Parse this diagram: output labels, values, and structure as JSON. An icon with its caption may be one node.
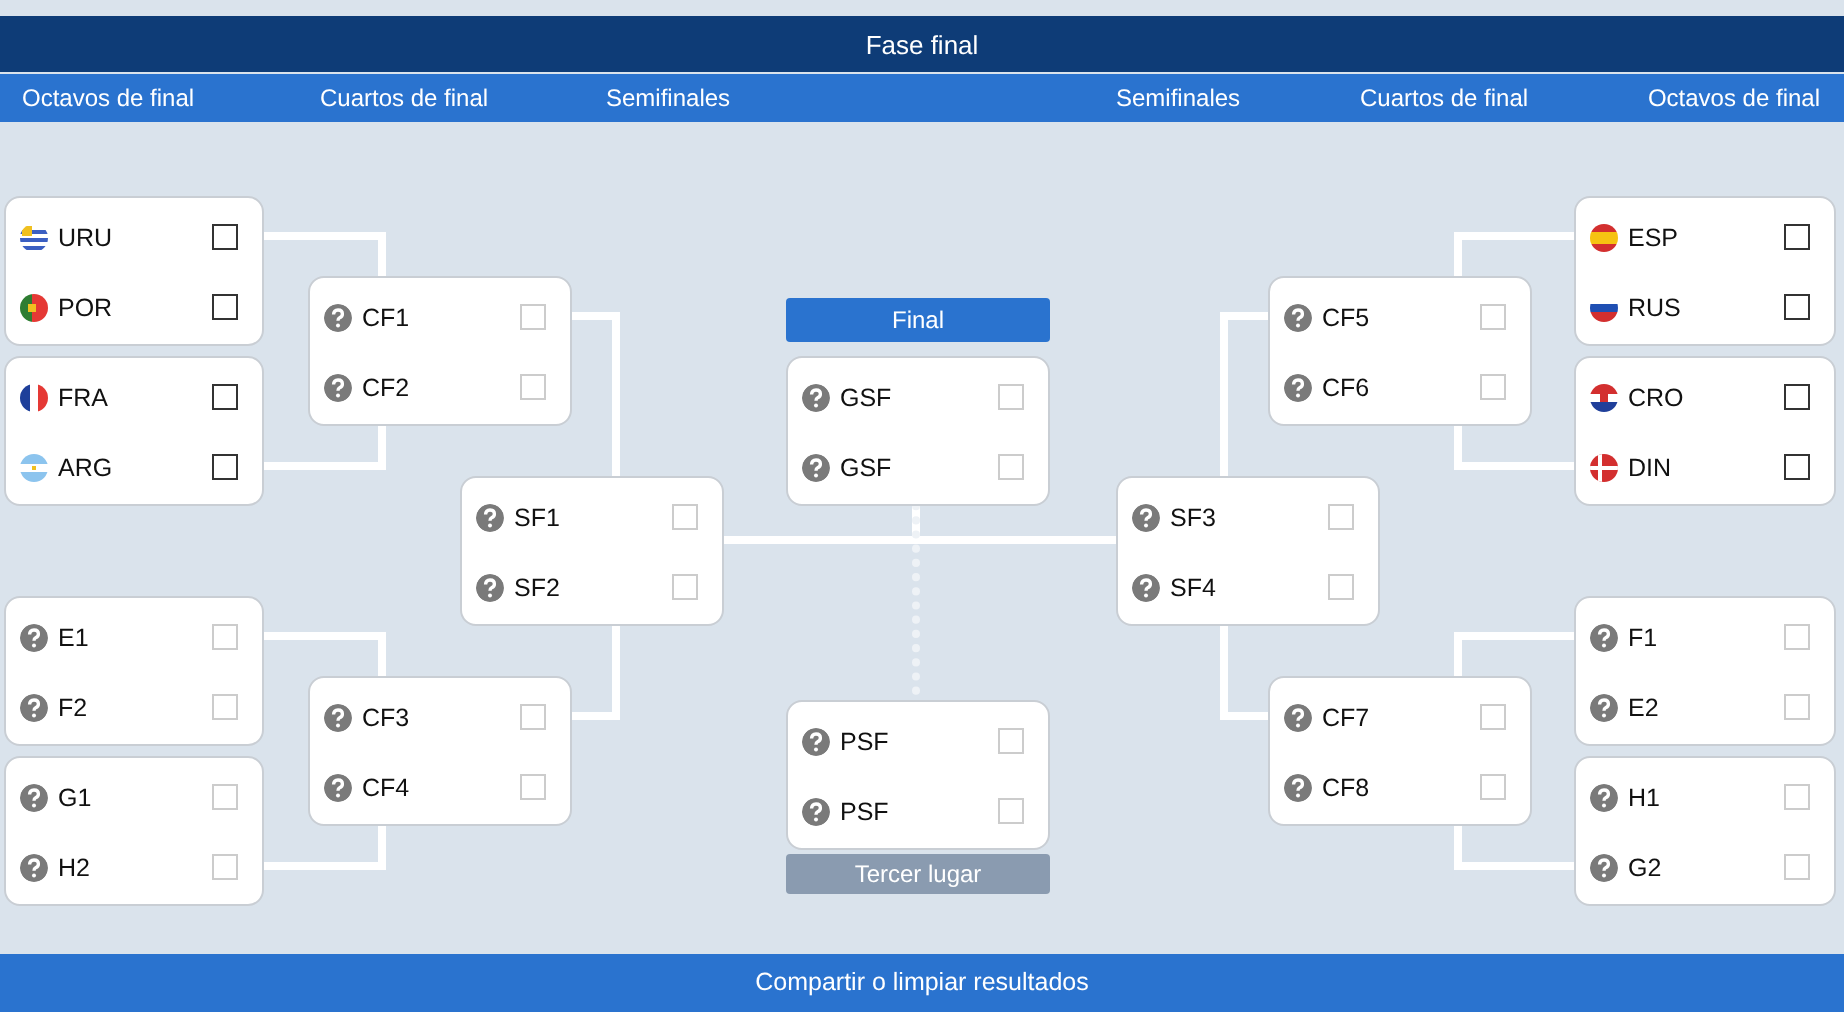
{
  "diagram": {
    "title": "Fase final",
    "nodes": [
      {
        "text": [
          "URU",
          "POR"
        ]
      },
      {
        "text": [
          "FRA",
          "ARG"
        ]
      },
      {
        "text": [
          "E1",
          "F2"
        ]
      },
      {
        "text": [
          "G1",
          "H2"
        ]
      },
      {
        "text": [
          "CF1",
          "CF2"
        ]
      },
      {
        "text": [
          "CF3",
          "CF4"
        ]
      },
      {
        "text": [
          "SF1",
          "SF2"
        ]
      },
      {
        "text": [
          "Final",
          "GSF",
          "GSF"
        ]
      },
      {
        "text": [
          "PSF",
          "PSF",
          "Tercer lugar"
        ]
      },
      {
        "text": [
          "SF3",
          "SF4"
        ]
      },
      {
        "text": [
          "CF5",
          "CF6"
        ]
      },
      {
        "text": [
          "CF7",
          "CF8"
        ]
      },
      {
        "text": [
          "ESP",
          "RUS"
        ]
      },
      {
        "text": [
          "CRO",
          "DIN"
        ]
      },
      {
        "text": [
          "F1",
          "E2"
        ]
      },
      {
        "text": [
          "H1",
          "G2"
        ]
      }
    ],
    "edges": [
      {
        "from": 0,
        "to": 4,
        "arrow": "none"
      },
      {
        "from": 1,
        "to": 4,
        "arrow": "none"
      },
      {
        "from": 2,
        "to": 5,
        "arrow": "none"
      },
      {
        "from": 3,
        "to": 5,
        "arrow": "none"
      },
      {
        "from": 4,
        "to": 6,
        "arrow": "none"
      },
      {
        "from": 5,
        "to": 6,
        "arrow": "none"
      },
      {
        "from": 6,
        "to": 7,
        "arrow": "none"
      },
      {
        "from": 9,
        "to": 7,
        "arrow": "none"
      },
      {
        "from": 7,
        "to": 8,
        "arrow": "none",
        "style": "dashed"
      },
      {
        "from": 10,
        "to": 9,
        "arrow": "none"
      },
      {
        "from": 11,
        "to": 9,
        "arrow": "none"
      },
      {
        "from": 12,
        "to": 10,
        "arrow": "none"
      },
      {
        "from": 13,
        "to": 10,
        "arrow": "none"
      },
      {
        "from": 14,
        "to": 11,
        "arrow": "none"
      },
      {
        "from": 15,
        "to": 11,
        "arrow": "none"
      }
    ],
    "labels": [
      "Octavos de final",
      "Cuartos de final",
      "Semifinales",
      "Semifinales",
      "Cuartos de final",
      "Octavos de final",
      "Compartir o limpiar resultados"
    ]
  }
}
